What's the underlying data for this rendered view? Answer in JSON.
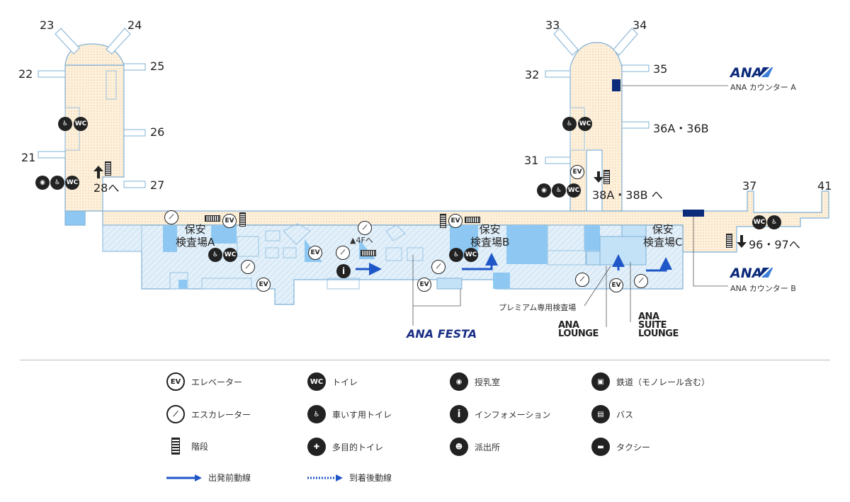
{
  "title": "ANA 出発ロビー フロアマップ",
  "colors": {
    "floor_orange": "#fbe9cf",
    "floor_blue": "#dcecf8",
    "security_blue": "#8ec8f2",
    "lounge_blue": "#c4e2f7",
    "outline": "#8ab6d9",
    "ana_navy": "#0b2a7a",
    "route_blue": "#1f56c8"
  },
  "gates": {
    "g21": "21",
    "g22": "22",
    "g23": "23",
    "g24": "24",
    "g25": "25",
    "g26": "26",
    "g27": "27",
    "g28": "28へ",
    "g31": "31",
    "g32": "32",
    "g33": "33",
    "g34": "34",
    "g35": "35",
    "g36": "36A・36B",
    "g37": "37",
    "g41": "41",
    "g38": "38A・38B へ",
    "g96": "96・97へ"
  },
  "security": {
    "a": [
      "保安",
      "検査場A"
    ],
    "b": [
      "保安",
      "検査場B"
    ],
    "c": [
      "保安",
      "検査場C"
    ]
  },
  "to_4f": "▲4Fへ",
  "ana": {
    "logo_text": "ANA",
    "counter_a": "ANA カウンター A",
    "counter_b": "ANA カウンター B"
  },
  "facilities": {
    "premium": "プレミアム専用検査場",
    "ana_lounge": [
      "ANA",
      "LOUNGE"
    ],
    "suite_lounge": [
      "ANA",
      "SUITE",
      "LOUNGE"
    ],
    "festa": "ANA FESTA"
  },
  "icon_text": {
    "ev": "EV",
    "wc": "WC",
    "info": "i"
  },
  "legend": [
    {
      "icon": "ev-icon",
      "label": "エレベーター"
    },
    {
      "icon": "wc-icon",
      "label": "トイレ"
    },
    {
      "icon": "nursing-room-icon",
      "label": "授乳室"
    },
    {
      "icon": "train-icon",
      "label": "鉄道（モノレール含む）"
    },
    {
      "icon": "escalator-icon",
      "label": "エスカレーター"
    },
    {
      "icon": "wheelchair-wc-icon",
      "label": "車いす用トイレ"
    },
    {
      "icon": "info-icon",
      "label": "インフォメーション"
    },
    {
      "icon": "bus-icon",
      "label": "バス"
    },
    {
      "icon": "stairs-icon",
      "label": "階段"
    },
    {
      "icon": "multipurpose-wc-icon",
      "label": "多目的トイレ"
    },
    {
      "icon": "police-box-icon",
      "label": "派出所"
    },
    {
      "icon": "taxi-icon",
      "label": "タクシー"
    },
    {
      "icon": "departure-route-icon",
      "label": "出発前動線"
    },
    {
      "icon": "arrival-route-icon",
      "label": "到着後動線"
    }
  ]
}
